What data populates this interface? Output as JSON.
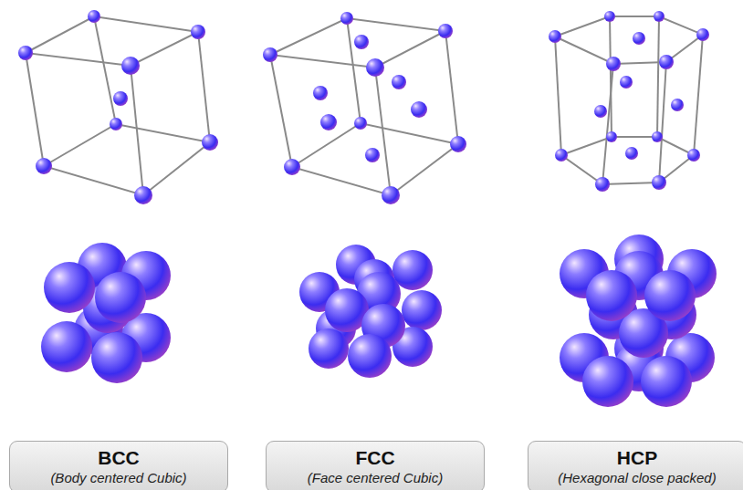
{
  "diagram": {
    "nodes": [
      {
        "text": [
          "BCC",
          "(Body centered Cubic)"
        ]
      },
      {
        "text": [
          "FCC",
          "(Face centered Cubic)"
        ]
      },
      {
        "text": [
          "HCP",
          "(Hexagonal close packed)"
        ]
      }
    ]
  }
}
